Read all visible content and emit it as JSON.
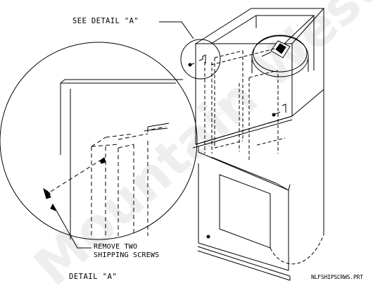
{
  "labels": {
    "see_detail": "SEE DETAIL \"A\"",
    "remove_line1": "REMOVE TWO",
    "remove_line2": "SHIPPING SCREWS",
    "detail_title": "DETAIL \"A\"",
    "filename": "NLFSHIPSCRWS.PRT"
  },
  "watermark": {
    "text": "Mountain West",
    "small_text": "manualslib.com",
    "color": "#e9e9e9"
  },
  "colors": {
    "ink": "#000000",
    "background": "#ffffff"
  }
}
